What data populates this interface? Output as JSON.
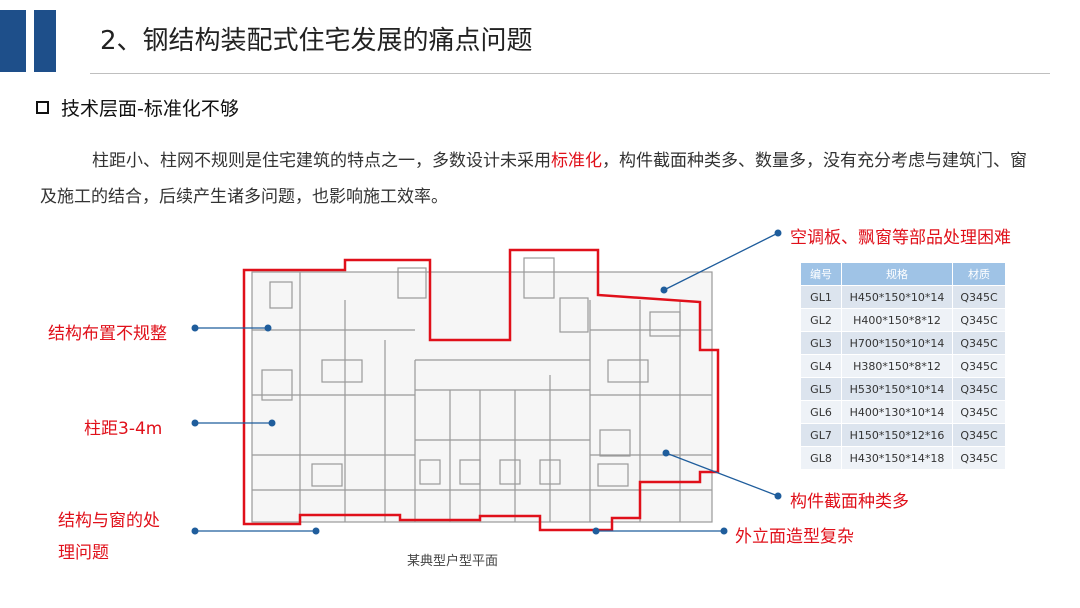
{
  "header": {
    "title": "2、钢结构装配式住宅发展的痛点问题"
  },
  "section": {
    "heading": "技术层面-标准化不够"
  },
  "paragraph": {
    "part1": "柱距小、柱网不规则是住宅建筑的特点之一，多数设计未采用",
    "highlight": "标准化",
    "part2": "，构件截面种类多、数量多，没有充分考虑与建筑门、窗及施工的结合，后续产生诸多问题，也影响施工效率。"
  },
  "annotations": {
    "ac_board": "空调板、飘窗等部品处理困难",
    "structure_layout": "结构布置不规整",
    "column_spacing": "柱距3-4m",
    "window_line1": "结构与窗的处",
    "window_line2": "理问题",
    "section_types": "构件截面种类多",
    "facade": "外立面造型复杂"
  },
  "plan": {
    "caption": "某典型户型平面"
  },
  "table": {
    "headers": [
      "编号",
      "规格",
      "材质"
    ],
    "rows": [
      [
        "GL1",
        "H450*150*10*14",
        "Q345C"
      ],
      [
        "GL2",
        "H400*150*8*12",
        "Q345C"
      ],
      [
        "GL3",
        "H700*150*10*14",
        "Q345C"
      ],
      [
        "GL4",
        "H380*150*8*12",
        "Q345C"
      ],
      [
        "GL5",
        "H530*150*10*14",
        "Q345C"
      ],
      [
        "GL6",
        "H400*130*10*14",
        "Q345C"
      ],
      [
        "GL7",
        "H150*150*12*16",
        "Q345C"
      ],
      [
        "GL8",
        "H430*150*14*18",
        "Q345C"
      ]
    ]
  },
  "colors": {
    "accent_red": "#e0101a",
    "brand_blue": "#1e4f8a",
    "leader_blue": "#1f5d9c",
    "table_header": "#9fc3e6"
  }
}
